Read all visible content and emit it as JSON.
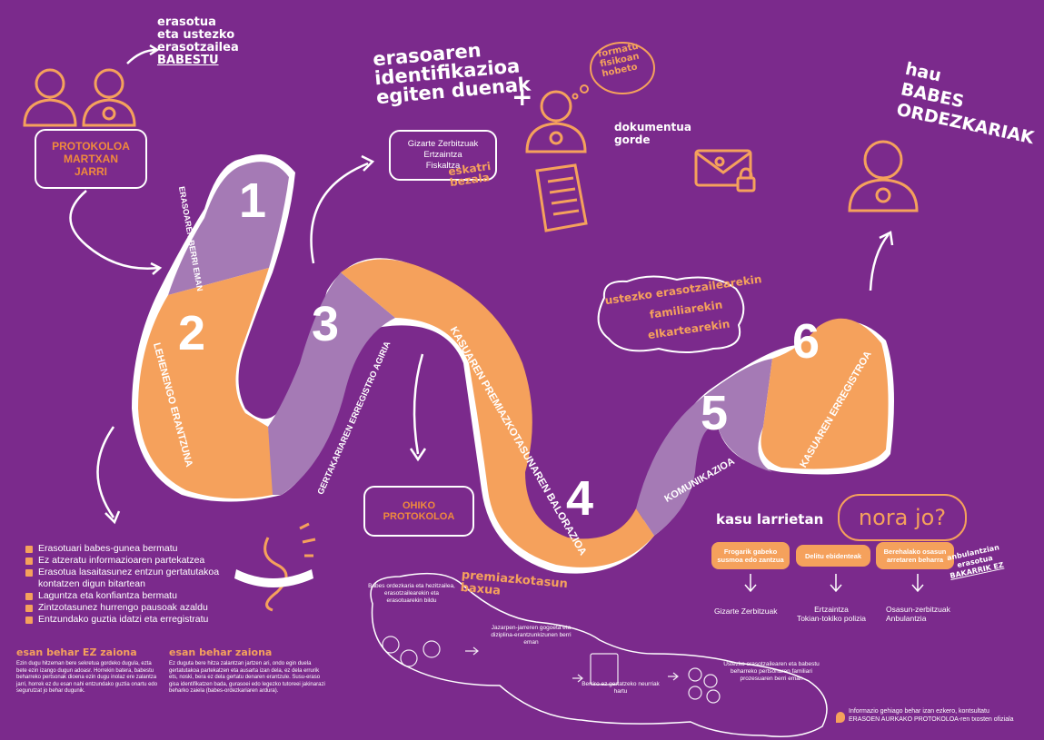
{
  "steps": [
    {
      "number": "1",
      "label": "ERASOAREN BERRI EMAN"
    },
    {
      "number": "2",
      "label": "LEHENENGO ERANTZUNA"
    },
    {
      "number": "3",
      "label": "GERTAKARIAREN ERREGISTRO AGIRIA"
    },
    {
      "number": "4",
      "label": "KASUAREN PREMIAZKOTASUNAREN BALORAZIOA"
    },
    {
      "number": "5",
      "label": "KOMUNIKAZIOA"
    },
    {
      "number": "6",
      "label": "KASUAREN ERREGISTROA"
    }
  ],
  "protokoloa_box": {
    "line1": "PROTOKOLOA",
    "line2": "MARTXAN",
    "line3": "JARRI"
  },
  "protect_note": {
    "line1": "erasotua",
    "line2": "eta ustezko",
    "line3": "erasotzailea",
    "line4": "BABESTU"
  },
  "identify_note": {
    "line1": "erasoaren",
    "line2": "identifikazioa",
    "line3": "egiten duenak",
    "plus": "+"
  },
  "thought_note": {
    "line1": "formatu",
    "line2": "fisikoan",
    "line3": "hobeto"
  },
  "services_box": {
    "line1": "Gizarte Zerbitzuak",
    "line2": "Ertzaintza",
    "line3": "Fiskaltza"
  },
  "eskatu_note": {
    "line1": "eskatri",
    "line2": "bezala"
  },
  "dokumentua_note": {
    "line1": "dokumentua",
    "line2": "gorde"
  },
  "babes_note": {
    "line1": "hau",
    "line2": "BABES",
    "line3": "ORDEZKARIAK"
  },
  "familia_note": {
    "line1": "ustezko erasotzailearekin",
    "line2": "familiarekin",
    "line3": "elkartearekin"
  },
  "ohiko_box": {
    "line1": "OHIKO",
    "line2": "PROTOKOLOA"
  },
  "bullets": [
    "Erasotuari babes-gunea bermatu",
    "Ez atzeratu informazioaren partekatzea",
    "Erasotua lasaitasunez entzun gertatutakoa kontatzen digun bitartean",
    "Laguntza eta konfiantza bermatu",
    "Zintzotasunez hurrengo pausoak azaldu",
    "Entzundako guztia idatzi eta erregistratu"
  ],
  "esan_ez": {
    "title": "esan behar EZ zaiona",
    "text": "Ezin dugu hitzeman bere sekretua gordeko dugula, ezta bete ezin izango dugun adoasr. Horrekin batera, babestu beharreko pertsonak dioena ezin dugu inolaz ere zalantza jarri, horrek ez du esan nahi entzundako guztia onartu edo segurutzat jo behar dugunik."
  },
  "esan_bai": {
    "title": "esan behar zaiona",
    "text": "Ez duguta bere hitza zalantzan jartzen ari, ondo egin duela gertatutakoa partekatzen eta ausarta izan dela, ez dela errurik ets, noski, bera ez dela gertatu denaren erantzule. Susu-eraso gisa identifikatzen bada, gurasoei edo legezko tutoreei jakinarazi beharko zaiela (babes-ordezkariaren ardura)."
  },
  "premia": {
    "title_line1": "premiazkotasun",
    "title_line2": "baxua",
    "s1": "Babes ordezkaria eta hezitzailea, erasotzailearekin eta erasotuarekin bildu",
    "s2": "Jazarpen-jarreren gogoeta eta diziplina-erantzunkizunen berri eman",
    "s3": "Berriro ez gertatzeko neurriak hartu",
    "s4": "Ustezko erasotzailearen eta babestu beharreko pertsonaren familiari prozesuaren berri eman"
  },
  "kasu": {
    "title": "kasu larrietan",
    "nora": "nora jo?",
    "p1": "Frogarik gabeko susmoa edo zantzua",
    "p2": "Delitu ebidenteak",
    "p3": "Berehalako osasun arretaren beharra",
    "d1": "Gizarte Zerbitzuak",
    "d2a": "Ertzaintza",
    "d2b": "Tokian-tokiko polizia",
    "d3a": "Osasun-zerbitzuak",
    "d3b": "Anbulantzia",
    "anb_line1": "anbulantzian",
    "anb_line2": "erasotua",
    "anb_line3": "BAKARRIK EZ"
  },
  "footer": {
    "line1": "Informazio gehiago behar izan ezkero, kontsultatu",
    "line2": "ERASOEN AURKAKO PROTOKOLOA-ren txosten ofiziala"
  },
  "colors": {
    "bg": "#7b2a8c",
    "orange": "#f5a15c",
    "lilac": "#a57ab5",
    "white": "#ffffff"
  }
}
